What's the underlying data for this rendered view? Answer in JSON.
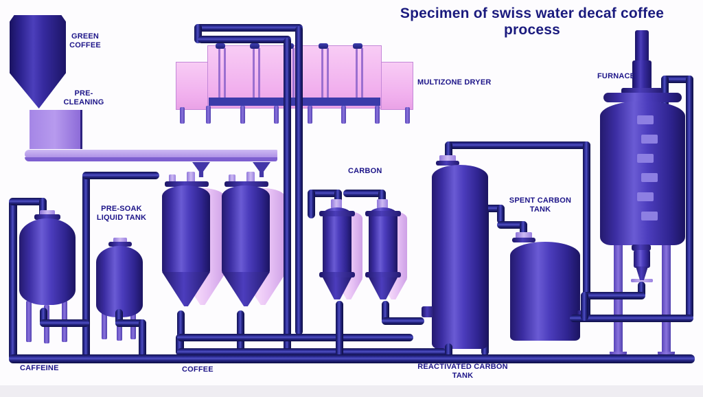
{
  "title": "Specimen of swiss water decaf coffee process",
  "labels": {
    "green_coffee": "GREEN\nCOFFEE",
    "pre_cleaning": "PRE-\nCLEANING",
    "multizone_dryer": "MULTIZONE DRYER",
    "furnace": "FURNACE",
    "pre_soak_tank": "PRE-SOAK\nLIQUID TANK",
    "carbon": "CARBON",
    "spent_carbon_tank": "SPENT CARBON\nTANK",
    "caffeine": "CAFFEINE",
    "coffee": "COFFEE",
    "reactivated_carbon_tank": "REACTIVATED CARBON\nTANK"
  },
  "colors": {
    "background": "#fdfcfe",
    "title_text": "#1b1b7e",
    "label_text": "#1c1488",
    "pipe_navy": "#26268c",
    "tank_blue_violet": "#4c3dbd",
    "dryer_pink": "#f1b0ee",
    "ghost_lavender": "#e6c0f4",
    "conveyor_purple": "#a98be4",
    "leg_purple": "#7a63d2"
  }
}
